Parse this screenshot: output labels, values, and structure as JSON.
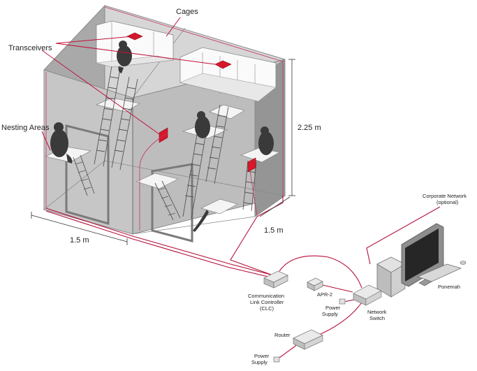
{
  "labels": {
    "cages": "Cages",
    "transceivers": "Transceivers",
    "nesting_areas": "Nesting Areas",
    "height": "2.25 m",
    "width_front": "1.5 m",
    "width_side": "1.5 m",
    "corporate_network_line1": "Corporate Network",
    "corporate_network_line2": "(optional)",
    "ponemah": "Ponemah",
    "clc_line1": "Communication",
    "clc_line2": "Link Controller",
    "clc_line3": "(CLC)",
    "apr2": "APR-2",
    "power_supply_line1": "Power",
    "power_supply_line2": "Supply",
    "network_switch_line1": "Network",
    "network_switch_line2": "Switch",
    "router": "Router",
    "power_supply2_line1": "Power",
    "power_supply2_line2": "Supply"
  },
  "colors": {
    "transceiver": "#d7182a",
    "cable": "#b5123a",
    "wall_front": "#c9c9c9",
    "wall_side": "#9c9c9c",
    "wall_top": "#e4e4e4",
    "animal": "#3a3a3a"
  }
}
